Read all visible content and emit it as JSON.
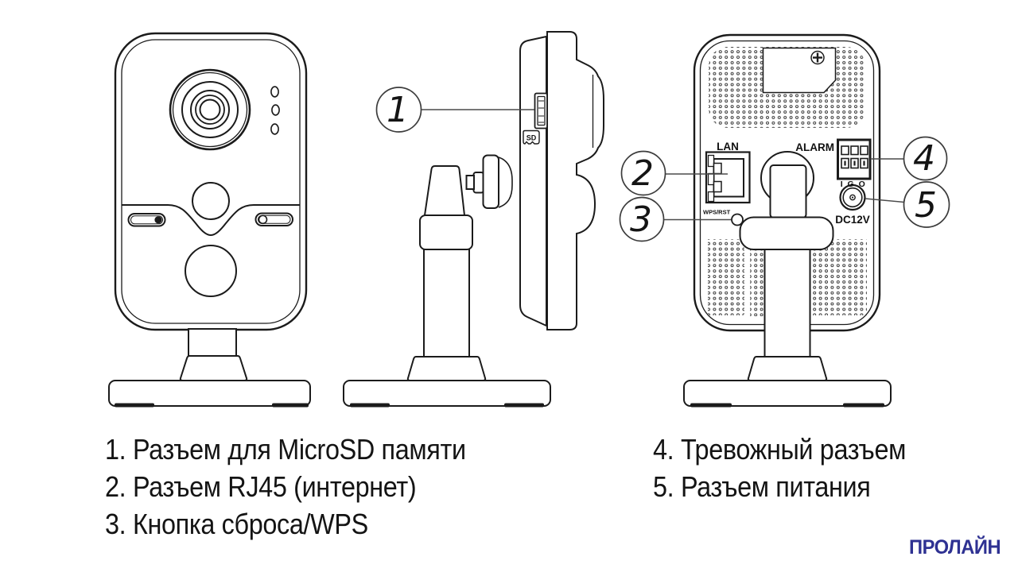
{
  "device_labels": {
    "sd_icon": "SD",
    "lan": "LAN",
    "wps_rst": "WPS/RST",
    "alarm": "ALARM",
    "alarm_pins": "I G O",
    "power": "DC12V"
  },
  "callouts": [
    "1",
    "2",
    "3",
    "4",
    "5"
  ],
  "legend": {
    "left": [
      "1. Разъем для MicroSD памяти",
      "2. Разъем RJ45 (интернет)",
      "3. Кнопка сброса/WPS"
    ],
    "right": [
      "4. Тревожный разъем",
      "5. Разъем питания"
    ]
  },
  "logo": {
    "text": "ПРОЛАЙН",
    "color": "#2e3192"
  },
  "colors": {
    "line": "#1b1b1b",
    "background": "#ffffff"
  }
}
